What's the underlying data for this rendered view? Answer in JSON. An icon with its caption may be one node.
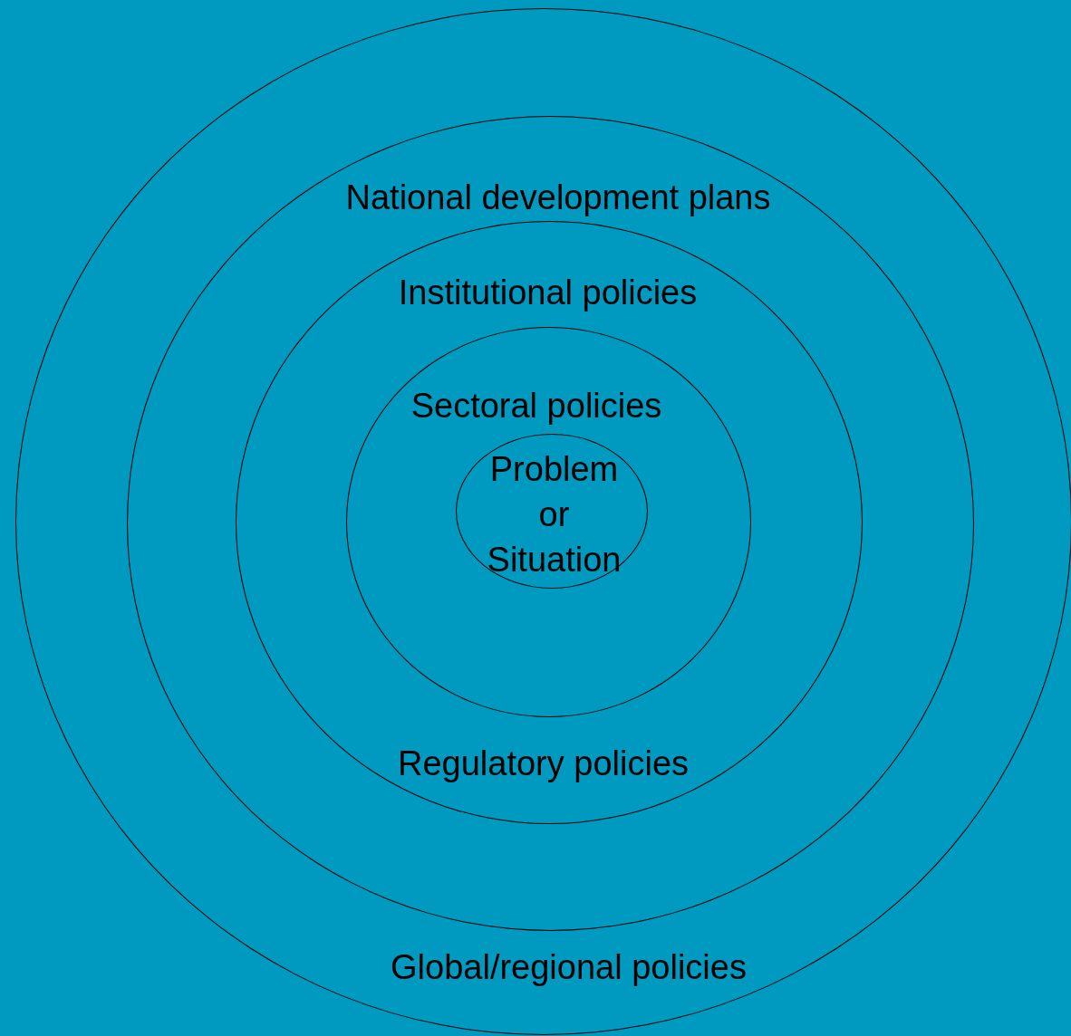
{
  "diagram": {
    "nodes": [
      {
        "text": [
          "Global/regional policies"
        ]
      },
      {
        "text": [
          "National development plans"
        ],
        "in": 0
      },
      {
        "text": [
          "Institutional policies",
          "Regulatory policies"
        ],
        "in": 1
      },
      {
        "text": [
          "Sectoral policies"
        ],
        "in": 2
      },
      {
        "text": [
          "Problem or Situation"
        ],
        "in": 3
      }
    ]
  }
}
